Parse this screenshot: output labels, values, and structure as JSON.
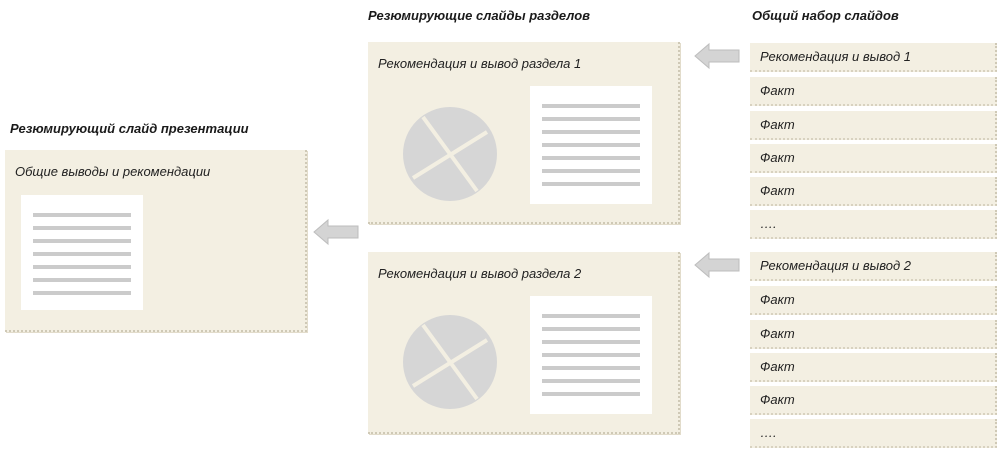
{
  "headings": {
    "presentation": "Резюмирующий слайд презентации",
    "sections": "Резюмирующие слайды разделов",
    "all_slides": "Общий набор слайдов"
  },
  "presentation_card": {
    "title": "Общие выводы и рекомендации"
  },
  "section_cards": [
    {
      "title": "Рекомендация и вывод раздела 1"
    },
    {
      "title": "Рекомендация и вывод раздела 2"
    }
  ],
  "slide_groups": [
    {
      "items": [
        "Рекомендация и вывод 1",
        "Факт",
        "Факт",
        "Факт",
        "Факт",
        "…."
      ]
    },
    {
      "items": [
        "Рекомендация и вывод 2",
        "Факт",
        "Факт",
        "Факт",
        "Факт",
        "…."
      ]
    }
  ],
  "colors": {
    "card_fill": "#f3efe2",
    "arrow_fill": "#d4d4d4",
    "pie_fill": "#d6d6d6"
  }
}
